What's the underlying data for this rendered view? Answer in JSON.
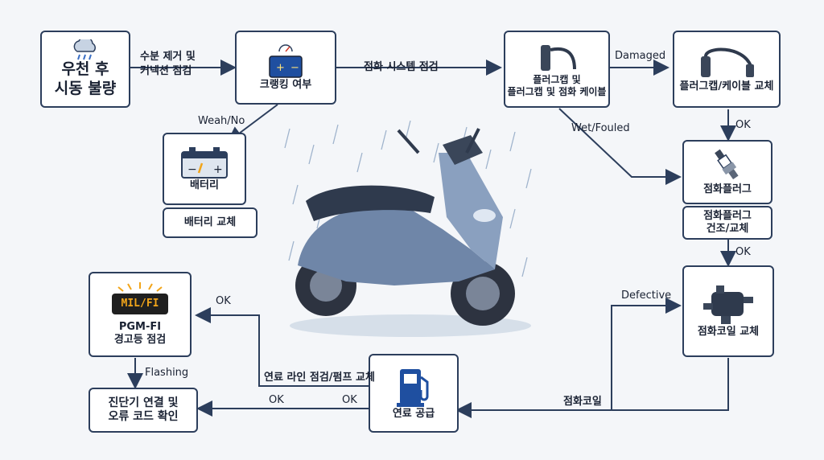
{
  "nodes": {
    "start": "우천 후\n시동 불량",
    "cranking": "크랭킹 여부",
    "battery": "배터리",
    "battery_replace": "배터리 교체",
    "plugcap": "플러그캡 및\n플러그캡 및 점화 케이블",
    "plugcap_replace": "플러그캡/케이블 교체",
    "spark_plug": "점화플러그",
    "spark_plug_dry": "점화플러그\n건조/교체",
    "coil_replace": "점화코일 교체",
    "fuel_supply": "연료 공급",
    "pgm_fi": "PGM-FI\n경고등 점검",
    "diag": "진단기 연결 및\n오류 코드 확인",
    "mil_badge": "MIL/FI"
  },
  "edges": {
    "moisture": "수분 제거 및\n커넥션 점검",
    "ignition_check": "점화 시스템 점검",
    "damaged": "Damaged",
    "weak_no": "Weah/No",
    "wet_fouled": "Wet/Fouled",
    "ok1": "OK",
    "ok2": "OK",
    "defective": "Defective",
    "coil": "점화코일",
    "fuel_line": "연료 라인 점검/펌프 교체",
    "ok_pgm": "OK",
    "ok_diag1": "OK",
    "ok_diag2": "OK",
    "flashing": "Flashing"
  },
  "icons": [
    "rain-cloud-icon",
    "battery-gauge-icon",
    "battery-icon",
    "plug-cap-icon",
    "ignition-cable-icon",
    "spark-plug-icon",
    "ignition-coil-icon",
    "fuel-pump-icon",
    "warning-lamp-icon",
    "scooter-illustration"
  ],
  "colors": {
    "line": "#2c3e5c",
    "accent": "#1f4fa0",
    "lamp": "#f2a51a"
  }
}
